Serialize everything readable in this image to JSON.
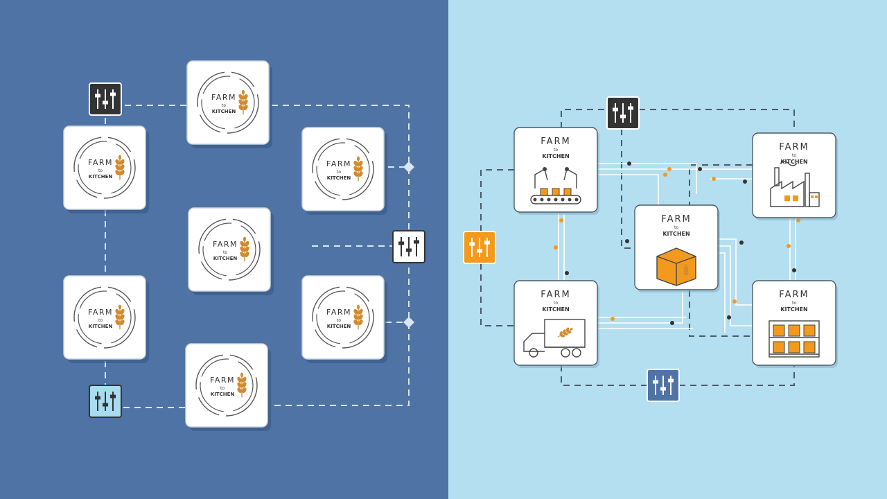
{
  "colors": {
    "left_bg": "#4f73a4",
    "right_bg": "#b4dff0",
    "dark_box": "#333333",
    "orange": "#f39a1e",
    "light_box": "#a9dcef",
    "blue_box": "#4f73a4",
    "wheat": "#d18a2c",
    "line_left": "#d9e7f5",
    "line_right": "#4a5a66"
  },
  "left_panel": {
    "tiles": [
      {
        "name": "tile-top-center",
        "line1": "FARM",
        "line2": "to",
        "line3": "KITCHEN"
      },
      {
        "name": "tile-left-upper",
        "line1": "FARM",
        "line2": "to",
        "line3": "KITCHEN"
      },
      {
        "name": "tile-right-upper",
        "line1": "FARM",
        "line2": "to",
        "line3": "KITCHEN"
      },
      {
        "name": "tile-center",
        "line1": "FARM",
        "line2": "to",
        "line3": "KITCHEN"
      },
      {
        "name": "tile-left-lower",
        "line1": "FARM",
        "line2": "to",
        "line3": "KITCHEN"
      },
      {
        "name": "tile-right-lower",
        "line1": "FARM",
        "line2": "to",
        "line3": "KITCHEN"
      },
      {
        "name": "tile-bottom-center",
        "line1": "FARM",
        "line2": "to",
        "line3": "KITCHEN"
      }
    ],
    "control_icons": [
      {
        "name": "mixer-icon-dark",
        "style": "dark"
      },
      {
        "name": "mixer-icon-white",
        "style": "white"
      },
      {
        "name": "mixer-icon-light",
        "style": "light"
      }
    ]
  },
  "right_panel": {
    "tiles": [
      {
        "name": "tile-factory-robots",
        "icon": "robot-arm-conveyor-icon",
        "line1": "FARM",
        "line2": "to",
        "line3": "KITCHEN"
      },
      {
        "name": "tile-factory-building",
        "icon": "factory-icon",
        "line1": "FARM",
        "line2": "to",
        "line3": "KITCHEN"
      },
      {
        "name": "tile-box",
        "icon": "package-box-icon",
        "line1": "FARM",
        "line2": "to",
        "line3": "KITCHEN"
      },
      {
        "name": "tile-truck",
        "icon": "delivery-truck-icon",
        "line1": "FARM",
        "line2": "to",
        "line3": "KITCHEN"
      },
      {
        "name": "tile-shelves",
        "icon": "warehouse-shelf-icon",
        "line1": "FARM",
        "line2": "to",
        "line3": "KITCHEN"
      }
    ],
    "control_icons": [
      {
        "name": "mixer-icon-dark-top",
        "style": "dark"
      },
      {
        "name": "mixer-icon-orange",
        "style": "orange"
      },
      {
        "name": "mixer-icon-blue",
        "style": "blue"
      }
    ]
  }
}
